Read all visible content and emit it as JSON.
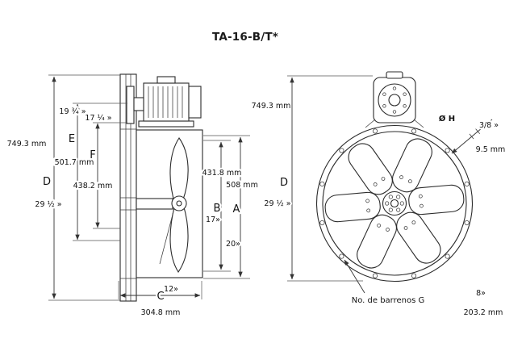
{
  "title": "TA-16-B/T*",
  "colors": {
    "ink": "#1a1a1a",
    "background": "#ffffff"
  },
  "side_view": {
    "d_mm": "749.3 mm",
    "d": "D",
    "d_in": "29 ½ »",
    "e_in": "19 ¾ »",
    "e": "E",
    "e_mm": "501.7 mm",
    "f_in": "17 ¼ »",
    "f": "F",
    "f_mm": "438.2 mm",
    "b_mm": "431.8 mm",
    "b": "B",
    "b_in": "17»",
    "a_mm": "508 mm",
    "a": "A",
    "a_in": "20»",
    "c_in": "12»",
    "c": "C",
    "c_mm": "304.8 mm"
  },
  "front_view": {
    "d_mm": "749.3 mm",
    "d": "D",
    "d_in": "29 ½ »",
    "hole_diameter_label": "Ø H",
    "hole_in": "3/8 »",
    "hole_mm": "9.5 mm",
    "holes_note": "No. de barrenos G",
    "g_in": "8»",
    "g_mm": "203.2 mm"
  }
}
